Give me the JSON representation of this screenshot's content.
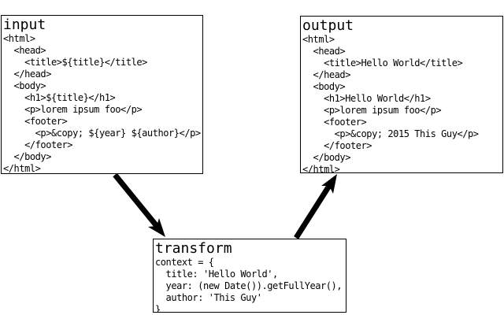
{
  "page": {
    "background_color": "#ffffff",
    "ink_color": "#000000"
  },
  "diagram": {
    "boxes": [
      {
        "id": "input",
        "title": "input",
        "code": [
          "<html>",
          "  <head>",
          "    <title>${title}</title>",
          "  </head>",
          "  <body>",
          "    <h1>${title}</h1>",
          "    <p>lorem ipsum foo</p>",
          "    <footer>",
          "      <p>&copy; ${year} ${author}</p>",
          "    </footer>",
          "  </body>",
          "</html>"
        ]
      },
      {
        "id": "output",
        "title": "output",
        "code": [
          "<html>",
          "  <head>",
          "    <title>Hello World</title>",
          "  </head>",
          "  <body>",
          "    <h1>Hello World</h1>",
          "    <p>lorem ipsum foo</p>",
          "    <footer>",
          "      <p>&copy; 2015 This Guy</p>",
          "    </footer>",
          "  </body>",
          "</html>"
        ]
      },
      {
        "id": "transform",
        "title": "transform",
        "code": [
          "context = {",
          "  title: 'Hello World',",
          "  year: (new Date()).getFullYear(),",
          "  author: 'This Guy'",
          "}"
        ]
      }
    ],
    "arrows": [
      {
        "name": "input-to-transform",
        "from": "input",
        "to": "transform"
      },
      {
        "name": "transform-to-output",
        "from": "transform",
        "to": "output"
      }
    ]
  }
}
